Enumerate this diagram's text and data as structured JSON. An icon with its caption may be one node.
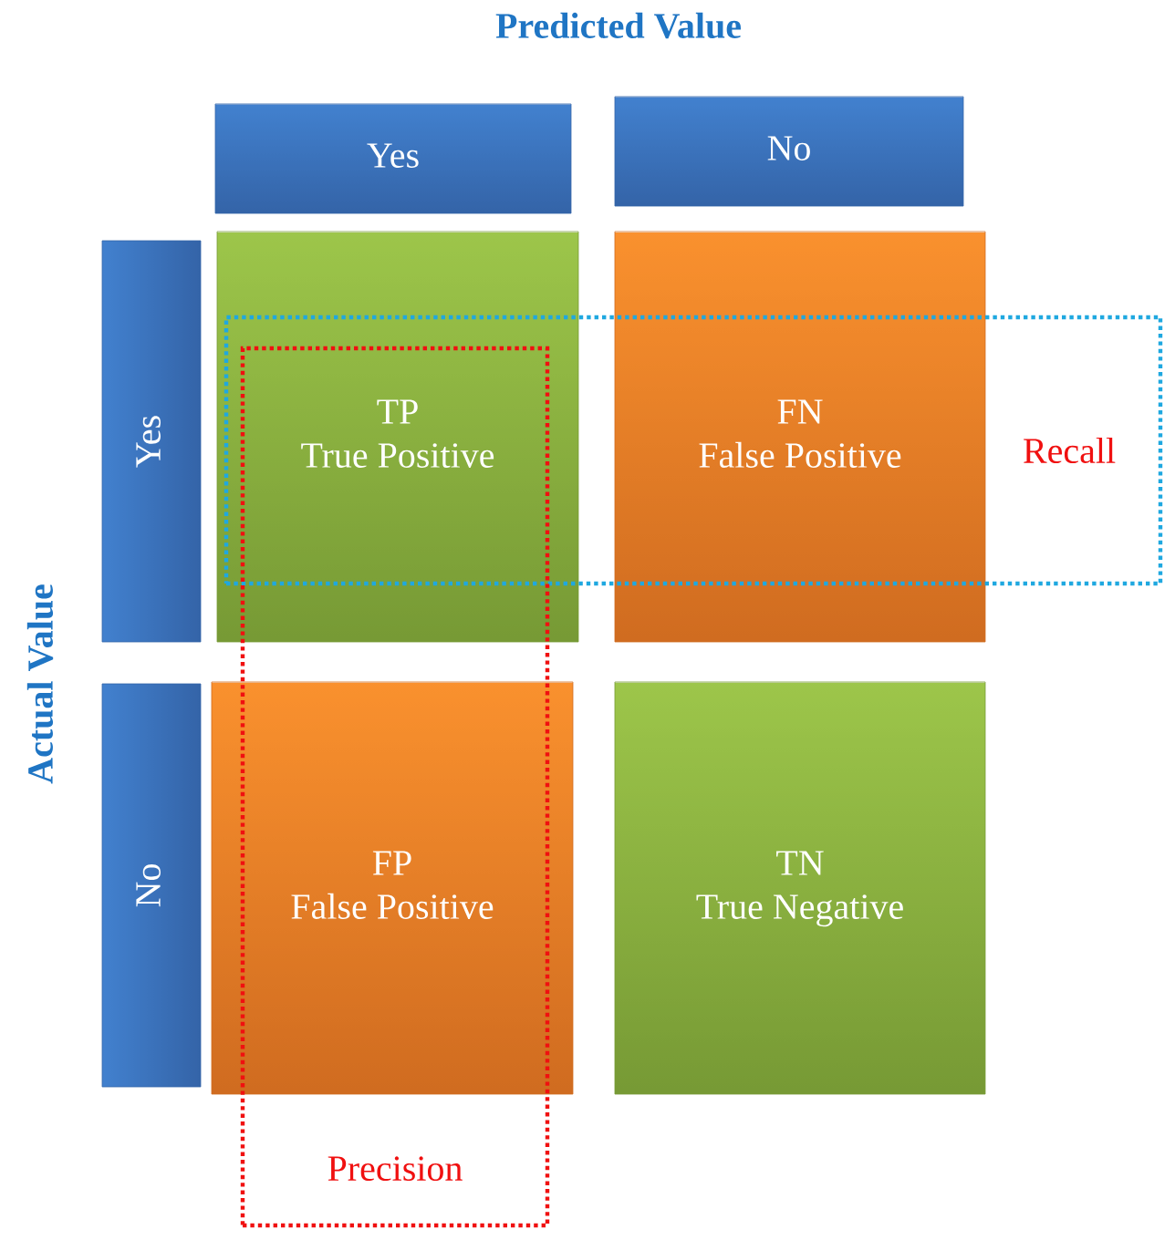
{
  "diagram": {
    "title": "Predicted Value",
    "nodes": [
      {
        "text": [
          "Yes"
        ]
      },
      {
        "text": [
          "No"
        ]
      },
      {
        "text": [
          "Yes"
        ]
      },
      {
        "text": [
          "No"
        ]
      },
      {
        "text": [
          "TP",
          "True Positive"
        ]
      },
      {
        "text": [
          "FN",
          "False Positive"
        ]
      },
      {
        "text": [
          "FP",
          "False Positive"
        ]
      },
      {
        "text": [
          "TN",
          "True Negative"
        ]
      },
      {
        "text": [
          "Recall"
        ]
      },
      {
        "text": [
          "Precision"
        ]
      }
    ],
    "labels": [
      "Actual Value"
    ]
  }
}
